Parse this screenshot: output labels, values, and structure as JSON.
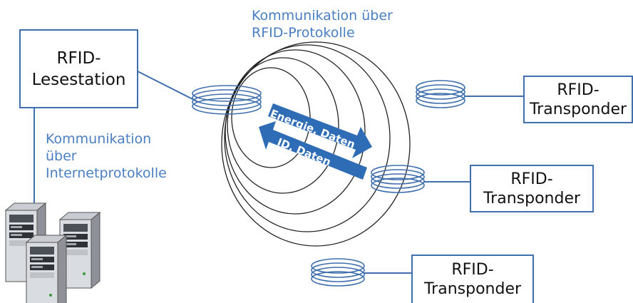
{
  "colors": {
    "accent": "#3f6fad",
    "label": "#4a7fc1",
    "arrow": "#2e6cb5"
  },
  "labels": {
    "rfid_protocols": [
      "Kommunikation über",
      "RFID-Protokolle"
    ],
    "internet_protocols": [
      "Kommunikation",
      "über",
      "Internetprotokolle"
    ]
  },
  "reader": {
    "lines": [
      "RFID-",
      "Lesestation"
    ]
  },
  "transponders": [
    {
      "lines": [
        "RFID-",
        "Transponder"
      ]
    },
    {
      "lines": [
        "RFID-",
        "Transponder"
      ]
    },
    {
      "lines": [
        "RFID-",
        "Transponder"
      ]
    }
  ],
  "arrows": {
    "forward": "Energie, Daten",
    "backward": "ID, Daten"
  },
  "icons": {
    "servers": "server-tower-icon",
    "antenna": "coil-antenna-icon"
  }
}
